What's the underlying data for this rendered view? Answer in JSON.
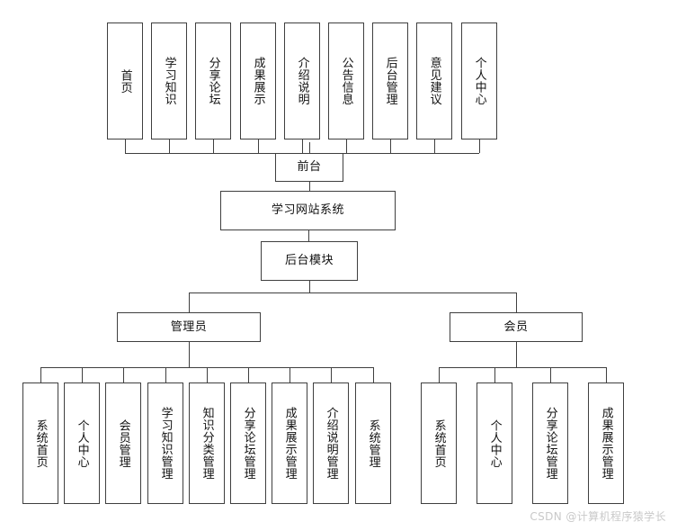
{
  "diagram": {
    "type": "tree-hierarchy",
    "title_node": {
      "label": "学习网站系统"
    },
    "frontend_node": {
      "label": "前台"
    },
    "backend_node": {
      "label": "后台模块"
    },
    "roles": [
      {
        "label": "管理员"
      },
      {
        "label": "会员"
      }
    ],
    "frontend_modules": [
      {
        "label": "首页"
      },
      {
        "label": "学习知识"
      },
      {
        "label": "分享论坛"
      },
      {
        "label": "成果展示"
      },
      {
        "label": "介绍说明"
      },
      {
        "label": "公告信息"
      },
      {
        "label": "后台管理"
      },
      {
        "label": "意见建议"
      },
      {
        "label": "个人中心"
      }
    ],
    "admin_modules": [
      {
        "label": "系统首页"
      },
      {
        "label": "个人中心"
      },
      {
        "label": "会员管理"
      },
      {
        "label": "学习知识管理"
      },
      {
        "label": "知识分类管理"
      },
      {
        "label": "分享论坛管理"
      },
      {
        "label": "成果展示管理"
      },
      {
        "label": "介绍说明管理"
      },
      {
        "label": "系统管理"
      }
    ],
    "member_modules": [
      {
        "label": "系统首页"
      },
      {
        "label": "个人中心"
      },
      {
        "label": "分享论坛管理"
      },
      {
        "label": "成果展示管理"
      }
    ]
  },
  "watermark": {
    "text": "CSDN @计算机程序猿学长"
  },
  "colors": {
    "stroke": "#3f3f3f",
    "node_fill": "#ffffff",
    "text": "#111111",
    "watermark": "#c9c9c9",
    "background": "#ffffff"
  }
}
